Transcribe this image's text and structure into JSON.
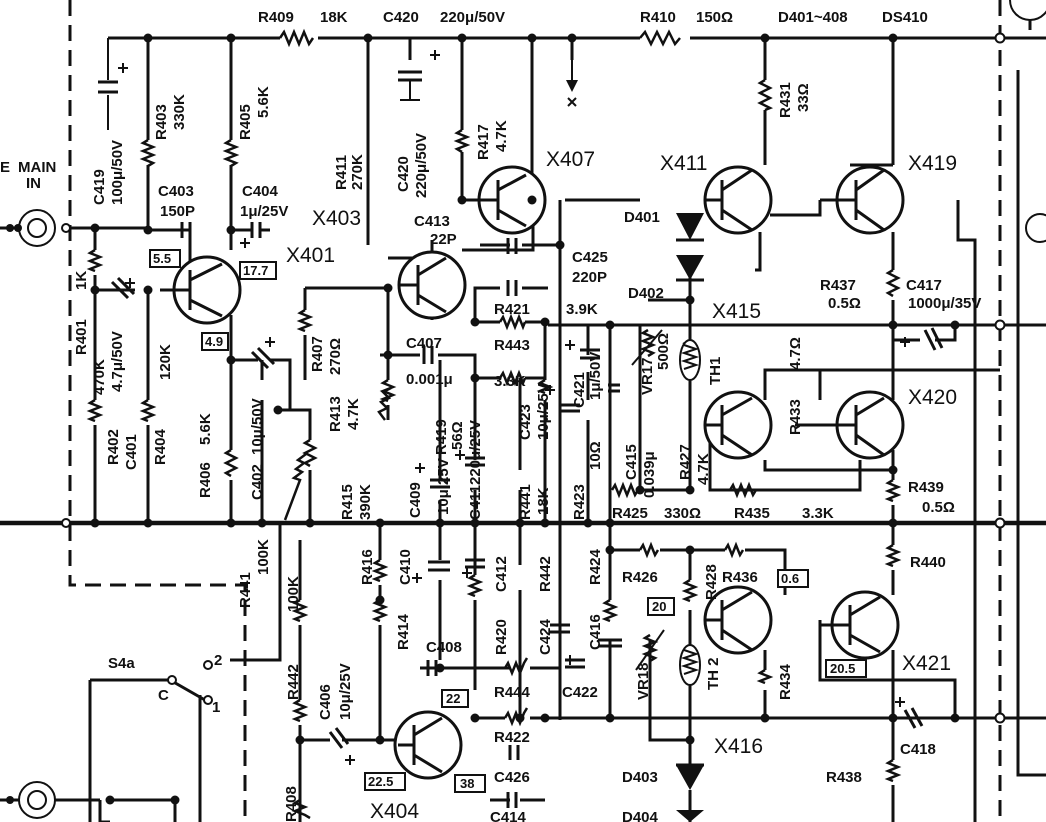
{
  "inputs": {
    "main_in_1": "MAIN",
    "main_in_2": "IN",
    "main_in_prefix": "E"
  },
  "switch": {
    "name": "S4a",
    "contact_c": "C",
    "pos_1": "1",
    "pos_2": "2"
  },
  "transistors": [
    "X401",
    "X403",
    "X404",
    "X407",
    "X411",
    "X415",
    "X416",
    "X419",
    "X420",
    "X421"
  ],
  "resistors": {
    "R401": {
      "ref": "R401",
      "value": "1K"
    },
    "R402": {
      "ref": "R402",
      "value": "470K"
    },
    "R403": {
      "ref": "R403",
      "value": "330K"
    },
    "R404": {
      "ref": "R404",
      "value": "120K"
    },
    "R405": {
      "ref": "R405",
      "value": "5.6K"
    },
    "R406": {
      "ref": "R406",
      "value": "5.6K"
    },
    "R407": {
      "ref": "R407",
      "value": "270Ω"
    },
    "R408": {
      "ref": "R408",
      "value": ""
    },
    "R409": {
      "ref": "R409",
      "value": "18K"
    },
    "R410": {
      "ref": "R410",
      "value": "150Ω"
    },
    "R411": {
      "ref": "R411",
      "value": "270K"
    },
    "R413": {
      "ref": "R413",
      "value": "4.7K"
    },
    "R414": {
      "ref": "R414",
      "value": ""
    },
    "R415": {
      "ref": "R415",
      "value": "390K"
    },
    "R416": {
      "ref": "R416",
      "value": ""
    },
    "R417": {
      "ref": "R417",
      "value": "4.7K"
    },
    "R419": {
      "ref": "R419",
      "value": "56Ω"
    },
    "R420": {
      "ref": "R420",
      "value": ""
    },
    "R421": {
      "ref": "R421",
      "value": "3.9K"
    },
    "R422": {
      "ref": "R422",
      "value": ""
    },
    "R423": {
      "ref": "R423",
      "value": "10Ω"
    },
    "R424": {
      "ref": "R424",
      "value": ""
    },
    "R425": {
      "ref": "R425",
      "value": "330Ω"
    },
    "R426": {
      "ref": "R426",
      "value": ""
    },
    "R427": {
      "ref": "R427",
      "value": "4.7K"
    },
    "R428": {
      "ref": "R428",
      "value": ""
    },
    "R431": {
      "ref": "R431",
      "value": "33Ω"
    },
    "R433": {
      "ref": "R433",
      "value": "4.7Ω"
    },
    "R434": {
      "ref": "R434",
      "value": ""
    },
    "R435": {
      "ref": "R435",
      "value": "3.3K"
    },
    "R436": {
      "ref": "R436",
      "value": ""
    },
    "R437": {
      "ref": "R437",
      "value": "0.5Ω"
    },
    "R438": {
      "ref": "R438",
      "value": ""
    },
    "R439": {
      "ref": "R439",
      "value": "0.5Ω"
    },
    "R440": {
      "ref": "R440",
      "value": ""
    },
    "R441a": {
      "ref": "R441",
      "value": "18K"
    },
    "R441b": {
      "ref": "R441",
      "value": "100K"
    },
    "R442a": {
      "ref": "R442",
      "value": ""
    },
    "R442b": {
      "ref": "R442",
      "value": "100K"
    },
    "R443": {
      "ref": "R443",
      "value": "3.3K"
    },
    "R444": {
      "ref": "R444",
      "value": ""
    }
  },
  "capacitors": {
    "C401": {
      "ref": "C401",
      "value": "4.7μ/50V"
    },
    "C402": {
      "ref": "C402",
      "value": "10μ/50V"
    },
    "C403": {
      "ref": "C403",
      "value": "150P"
    },
    "C404": {
      "ref": "C404",
      "value": "1μ/25V"
    },
    "C406": {
      "ref": "C406",
      "value": "10μ/25V"
    },
    "C407": {
      "ref": "C407",
      "value": "0.001μ"
    },
    "C408": {
      "ref": "C408",
      "value": ""
    },
    "C409": {
      "ref": "C409",
      "value": "10μ 25V"
    },
    "C410": {
      "ref": "C410",
      "value": ""
    },
    "C411": {
      "ref": "C411",
      "value": "220μ/25V"
    },
    "C412": {
      "ref": "C412",
      "value": ""
    },
    "C413": {
      "ref": "C413",
      "value": "22P"
    },
    "C414": {
      "ref": "C414",
      "value": ""
    },
    "C415": {
      "ref": "C415",
      "value": "0.039μ"
    },
    "C416": {
      "ref": "C416",
      "value": ""
    },
    "C417": {
      "ref": "C417",
      "value": "1000μ/35V"
    },
    "C418": {
      "ref": "C418",
      "value": ""
    },
    "C419": {
      "ref": "C419",
      "value": "100μ/50V"
    },
    "C420a": {
      "ref": "C420",
      "value": "220μ/50V"
    },
    "C420b": {
      "ref": "C420",
      "value": "220μ/50V"
    },
    "C421": {
      "ref": "C421",
      "value": "1μ/50V"
    },
    "C422": {
      "ref": "C422",
      "value": ""
    },
    "C423": {
      "ref": "C423",
      "value": "10μ/25V"
    },
    "C424": {
      "ref": "C424",
      "value": ""
    },
    "C425": {
      "ref": "C425",
      "value": "220P"
    },
    "C426": {
      "ref": "C426",
      "value": ""
    }
  },
  "diodes": {
    "D401": "D401",
    "D402": "D402",
    "D403": "D403",
    "D404": "D404",
    "range": "D401~408",
    "ds": "DS410"
  },
  "thermistors": [
    "TH1",
    "TH 2"
  ],
  "trimmers": {
    "VR17": {
      "ref": "VR17",
      "value": "500Ω"
    },
    "VR18": {
      "ref": "VR18",
      "value": ""
    }
  },
  "voltages": [
    "5.5",
    "17.7",
    "4.9",
    "0.6",
    "20",
    "20.5",
    "22",
    "22.5",
    "38"
  ]
}
